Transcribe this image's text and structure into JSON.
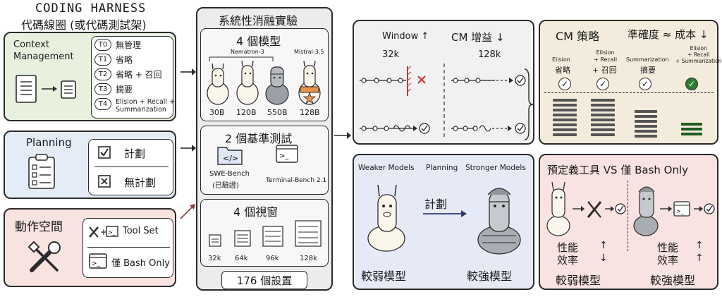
{
  "header": {
    "title": "CODING HARNESS",
    "subtitle": "代碼線圈 (或代碼測試架)"
  },
  "context": {
    "label": "Context\nManagement",
    "tiers": [
      {
        "id": "T0",
        "text": "無管理"
      },
      {
        "id": "T1",
        "text": "省略"
      },
      {
        "id": "T2",
        "text": "省略 + 召回"
      },
      {
        "id": "T3",
        "text": "摘要"
      },
      {
        "id": "T4",
        "text": "Elision + Recall +\nSummarization"
      }
    ]
  },
  "planning": {
    "label": "Planning",
    "options": [
      "計劃",
      "無計劃"
    ]
  },
  "action": {
    "label": "動作空間",
    "options": [
      "Tool Set",
      "僅 Bash Only"
    ]
  },
  "experiment": {
    "title": "系統性消融實驗",
    "models": {
      "title": "4 個模型",
      "families": [
        "Nematron-3",
        "Mistral-3.5"
      ],
      "sizes": [
        "30B",
        "120B",
        "550B",
        "128B"
      ]
    },
    "benchmarks": {
      "title": "2 個基準測試",
      "items": [
        {
          "name": "SWE-Bench",
          "note": "(已驗證)"
        },
        {
          "name": "Terminal-Bench 2.1",
          "note": ""
        }
      ]
    },
    "windows": {
      "title": "4 個視窗",
      "sizes": [
        "32k",
        "64k",
        "96k",
        "128k"
      ]
    },
    "total": "176 個設置"
  },
  "window_panel": {
    "left_title": "Window ↑",
    "right_title": "CM 增益 ↓",
    "left_size": "32k",
    "right_size": "128k"
  },
  "cm_panel": {
    "title": "CM 策略",
    "subtitle": "準確度 ≈ 成本 ↓",
    "strategies": [
      {
        "en": "Elision",
        "zh": "省略"
      },
      {
        "en": "Elision\n+ Recall",
        "zh": "+ 召回"
      },
      {
        "en": "Summarization",
        "zh": "摘要"
      },
      {
        "en": "Elision\n+ Recall\n+ Summarization",
        "zh": ""
      }
    ]
  },
  "planning_panel": {
    "weaker_label": "Weaker Models",
    "planning_label": "Planning",
    "stronger_label": "Stronger Models",
    "plan_zh": "計劃",
    "weak_zh": "較弱模型",
    "strong_zh": "較強模型"
  },
  "tools_panel": {
    "title": "預定義工具 VS 僅 Bash Only",
    "perf_label": "性能",
    "eff_label": "效率",
    "weak_zh": "較弱模型",
    "strong_zh": "較強模型"
  },
  "colors": {
    "context_bg": "#e7f1de",
    "planning_bg": "#e3ecf7",
    "action_bg": "#f8e3e1",
    "experiment_bg": "#ececec",
    "check_accent": "#2e7d32",
    "cross_accent": "#d32f2f"
  }
}
